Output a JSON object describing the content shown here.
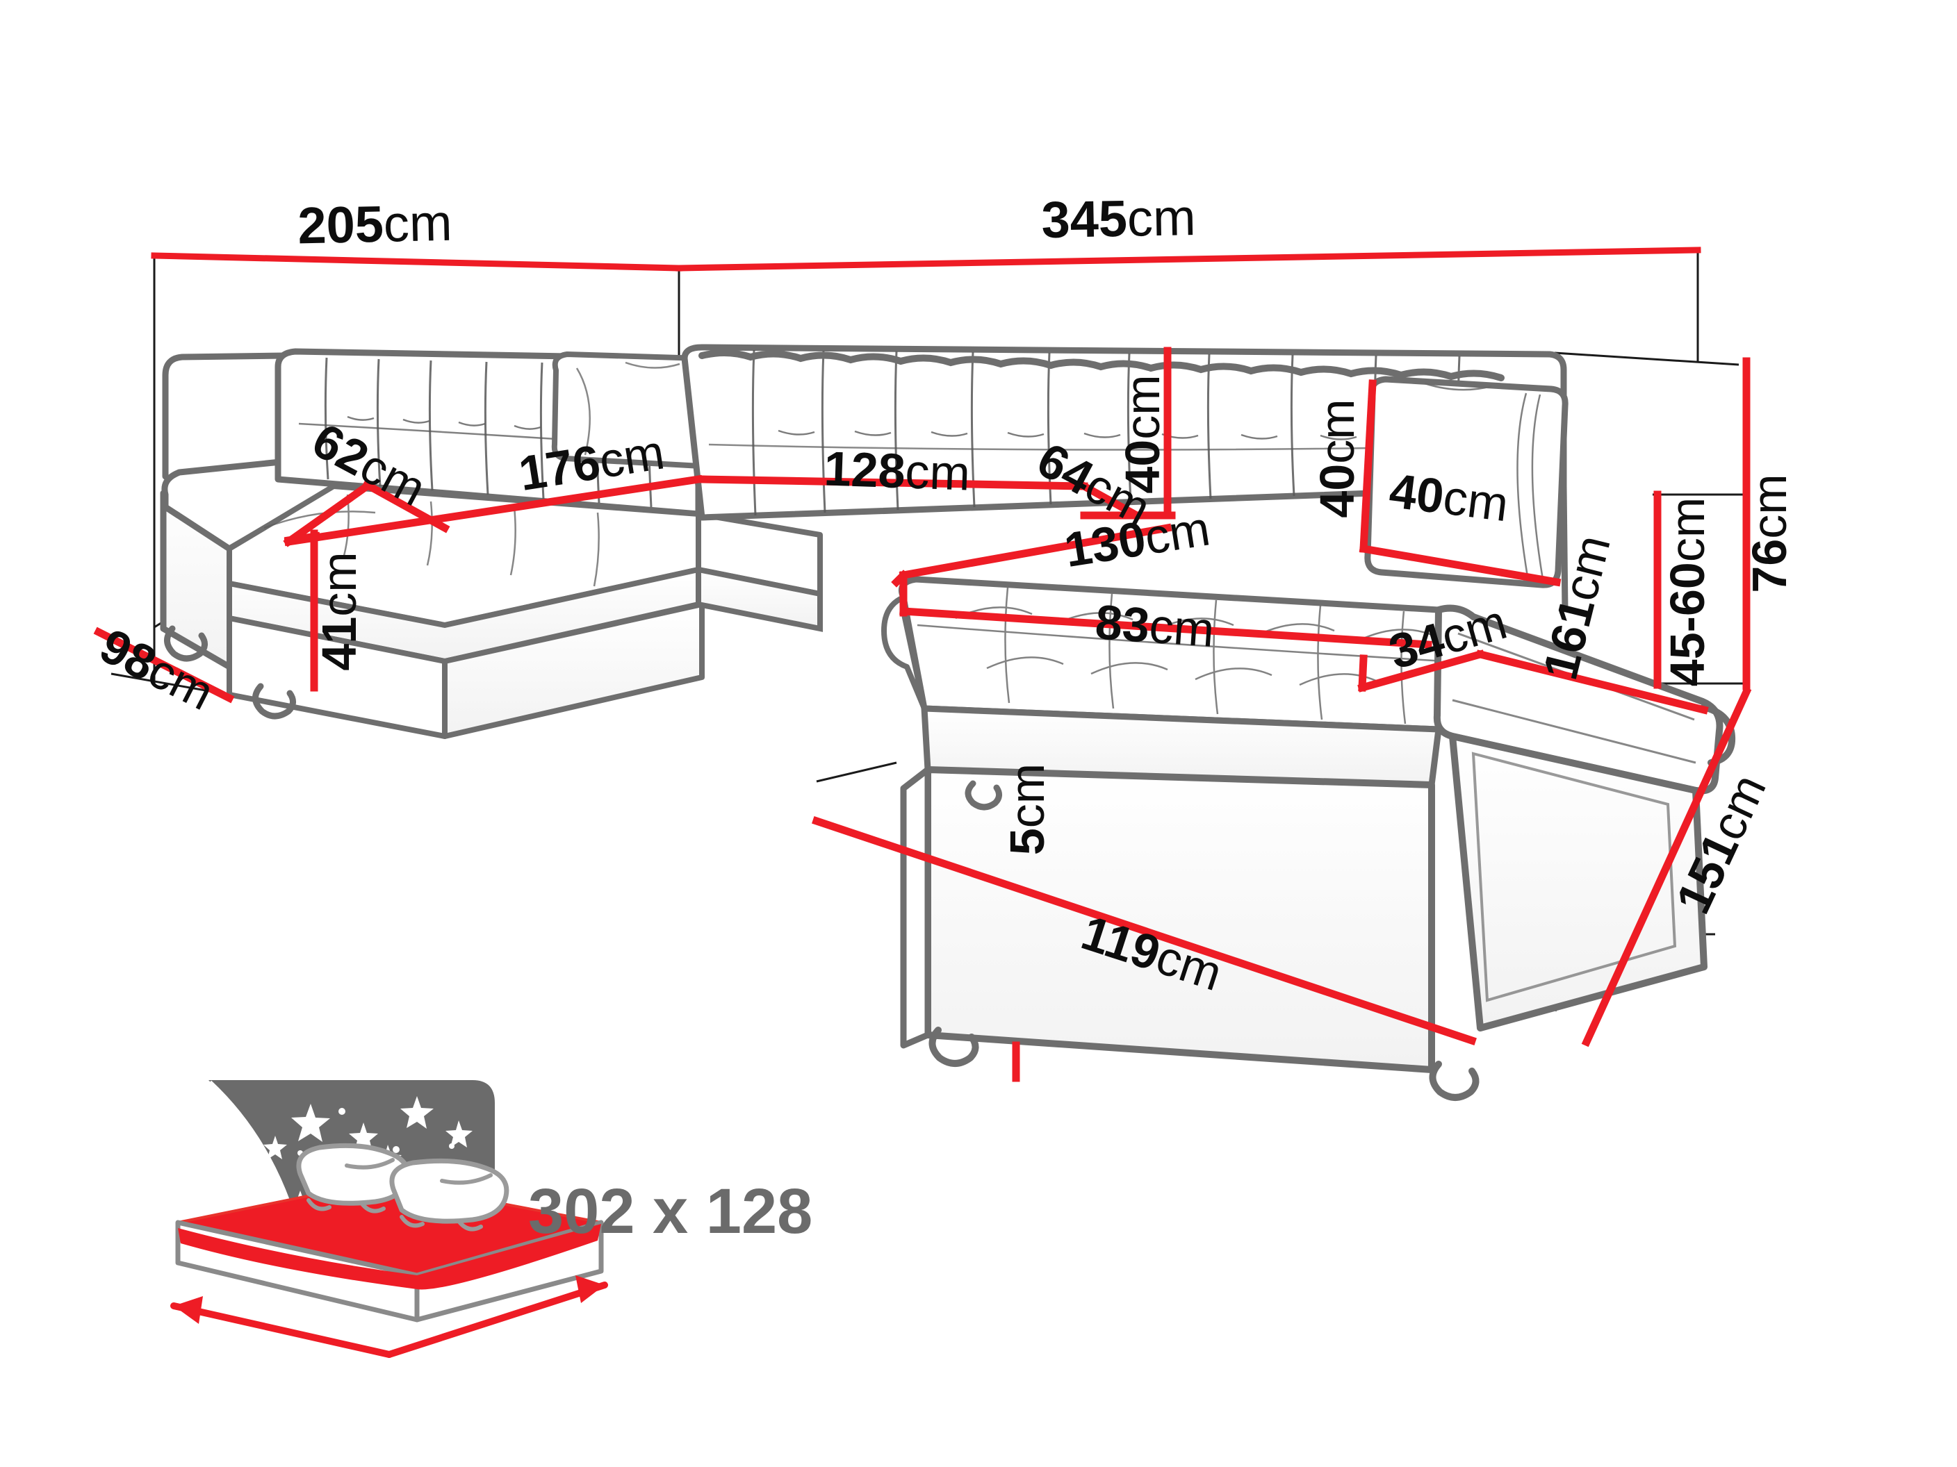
{
  "diagram": {
    "type": "furniture-dimension-drawing",
    "subject": "corner sofa bed",
    "colors": {
      "dimension_line": "#ee1c25",
      "outline_dark": "#6e6e6e",
      "outline_thin": "#3a3a3a",
      "label_text": "#0d0d0d",
      "bed_icon_gray": "#6b6b6b",
      "bed_icon_red": "#ee1c25",
      "background": "#ffffff"
    },
    "unit": "cm"
  },
  "dimensions": {
    "overall_left_width": {
      "value": "205",
      "unit": "cm"
    },
    "overall_right_width": {
      "value": "345",
      "unit": "cm"
    },
    "left_arm_depth": {
      "value": "98",
      "unit": "cm"
    },
    "seat_height_left": {
      "value": "41",
      "unit": "cm"
    },
    "left_seat_depth": {
      "value": "62",
      "unit": "cm"
    },
    "left_seat_width": {
      "value": "176",
      "unit": "cm"
    },
    "center_seat_width": {
      "value": "128",
      "unit": "cm"
    },
    "center_seat_depth": {
      "value": "64",
      "unit": "cm"
    },
    "backrest_height": {
      "value": "40",
      "unit": "cm"
    },
    "cushion_height": {
      "value": "40",
      "unit": "cm"
    },
    "cushion_width": {
      "value": "40",
      "unit": "cm"
    },
    "chaise_width": {
      "value": "130",
      "unit": "cm"
    },
    "chaise_seat_width": {
      "value": "83",
      "unit": "cm"
    },
    "arm_width": {
      "value": "34",
      "unit": "cm"
    },
    "chaise_depth": {
      "value": "161",
      "unit": "cm"
    },
    "total_height": {
      "value": "76",
      "unit": "cm"
    },
    "seat_height_range": {
      "value": "45-60",
      "unit": "cm"
    },
    "overall_depth_right": {
      "value": "151",
      "unit": "cm"
    },
    "leg_height": {
      "value": "5",
      "unit": "cm"
    },
    "chaise_front_width": {
      "value": "119",
      "unit": "cm"
    }
  },
  "sleeping_area": {
    "label": "302 x 128",
    "icon": "bed-with-starry-night-icon"
  }
}
